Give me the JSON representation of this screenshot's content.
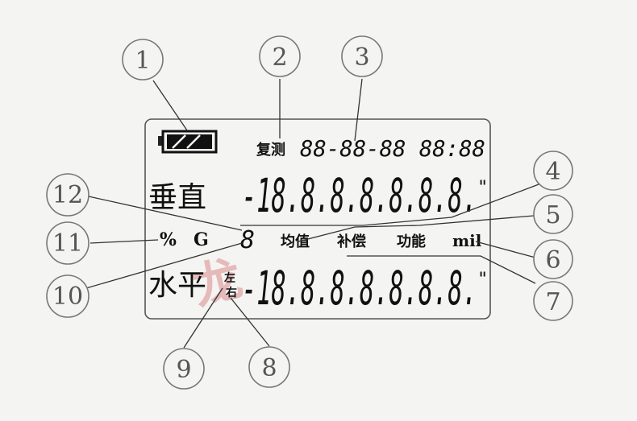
{
  "lcd": {
    "retest_label": "复测",
    "datetime": "88-88-88 88:88",
    "vertical_label": "垂直",
    "vertical_value": "-18.8.8.8.8.8.8.",
    "vertical_unit": "\"",
    "percent_label": "%",
    "g_label": "G",
    "single_digit": "8",
    "average_label": "均值",
    "compensate_label": "补偿",
    "function_label": "功能",
    "mil_label": "mil",
    "horizontal_label": "水平",
    "left_label": "左",
    "right_label": "右",
    "horizontal_value": "-18.8.8.8.8.8.8.",
    "horizontal_unit": "\""
  },
  "callouts": [
    "1",
    "2",
    "3",
    "4",
    "5",
    "6",
    "7",
    "8",
    "9",
    "10",
    "11",
    "12"
  ],
  "watermark": "龙"
}
